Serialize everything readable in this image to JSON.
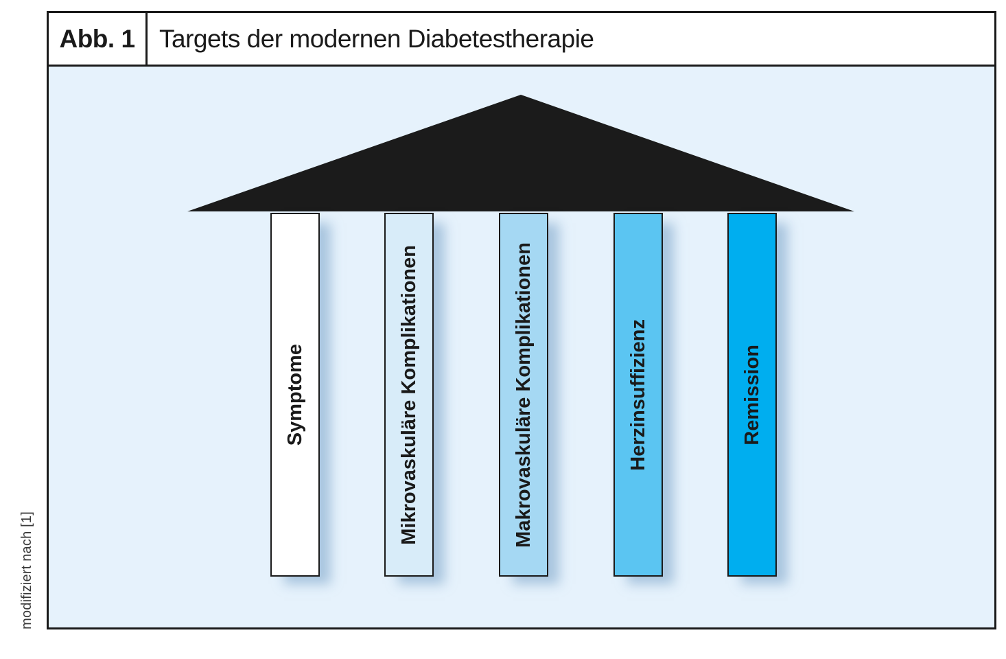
{
  "figure": {
    "label": "Abb. 1",
    "title": "Targets der modernen Diabetestherapie",
    "source_note": "modifiziert nach [1]"
  },
  "diagram": {
    "type": "temple-pillars",
    "background_color": "#e6f2fc",
    "roof": {
      "shape": "triangle",
      "color": "#1b1b1b"
    },
    "pillars": [
      {
        "label": "Symptome",
        "color": "#ffffff"
      },
      {
        "label": "Mikrovaskuläre Komplikationen",
        "color": "#d8ecf9"
      },
      {
        "label": "Makrovaskuläre Komplikationen",
        "color": "#a5d8f3"
      },
      {
        "label": "Herzinsuffizienz",
        "color": "#5bc5f2"
      },
      {
        "label": "Remission",
        "color": "#00aeef"
      }
    ]
  }
}
